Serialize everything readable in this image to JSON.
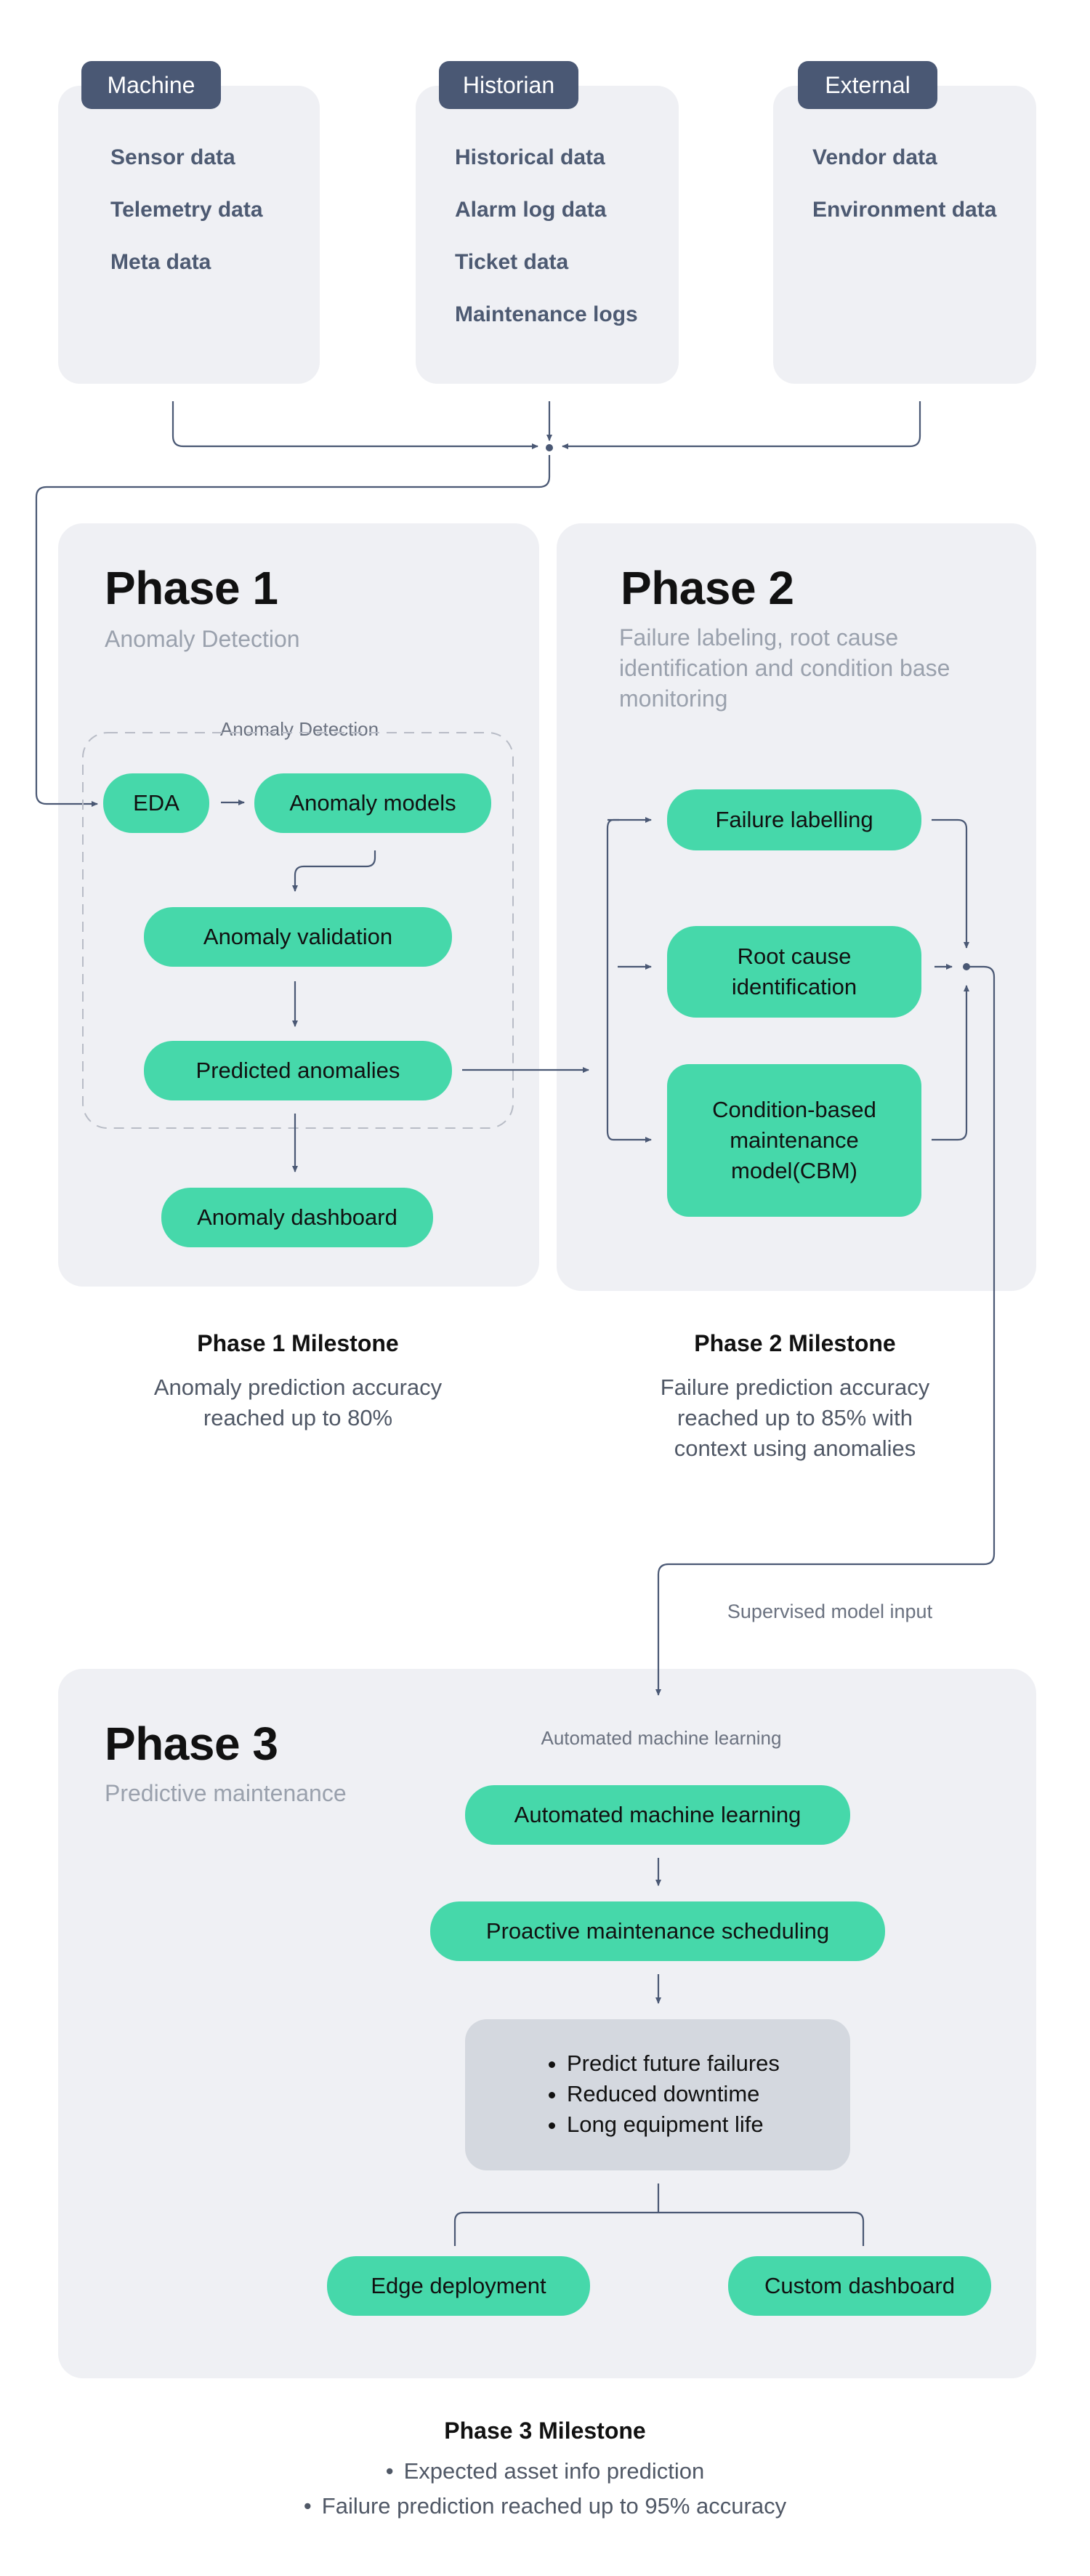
{
  "sources": [
    {
      "tag": "Machine",
      "items": [
        "Sensor data",
        "Telemetry data",
        "Meta data"
      ]
    },
    {
      "tag": "Historian",
      "items": [
        "Historical data",
        "Alarm log data",
        "Ticket data",
        "Maintenance logs"
      ]
    },
    {
      "tag": "External",
      "items": [
        "Vendor data",
        "Environment data"
      ]
    }
  ],
  "phase1": {
    "title": "Phase 1",
    "subtitle": "Anomaly Detection",
    "group_label": "Anomaly Detection",
    "nodes": {
      "eda": "EDA",
      "anomaly_models": "Anomaly models",
      "anomaly_validation": "Anomaly validation",
      "predicted_anomalies": "Predicted anomalies",
      "anomaly_dashboard": "Anomaly dashboard"
    },
    "milestone_title": "Phase 1 Milestone",
    "milestone_text": "Anomaly prediction accuracy reached up to 80%"
  },
  "phase2": {
    "title": "Phase 2",
    "subtitle": "Failure labeling, root cause identification and condition base monitoring",
    "nodes": {
      "failure_labelling": "Failure labelling",
      "root_cause": "Root cause identification",
      "cbm": "Condition-based maintenance model(CBM)"
    },
    "milestone_title": "Phase 2 Milestone",
    "milestone_text": "Failure prediction accuracy reached up to 85% with context using anomalies"
  },
  "supervised_label": "Supervised model input",
  "phase3": {
    "title": "Phase 3",
    "subtitle": "Predictive maintenance",
    "group_label": "Automated machine learning",
    "nodes": {
      "automl": "Automated machine learning",
      "scheduling": "Proactive maintenance scheduling",
      "edge": "Edge deployment",
      "custom_dashboard": "Custom dashboard"
    },
    "outcomes": [
      "Predict future failures",
      "Reduced downtime",
      "Long equipment life"
    ],
    "milestone_title": "Phase 3 Milestone",
    "milestone_items": [
      "Expected asset info prediction",
      "Failure prediction reached up to 95% accuracy"
    ]
  },
  "colors": {
    "panel": "#eff0f4",
    "tag": "#4a5874",
    "pill": "#46d8aa",
    "connector": "#4a5874",
    "outcome_box": "#d4d8df"
  }
}
